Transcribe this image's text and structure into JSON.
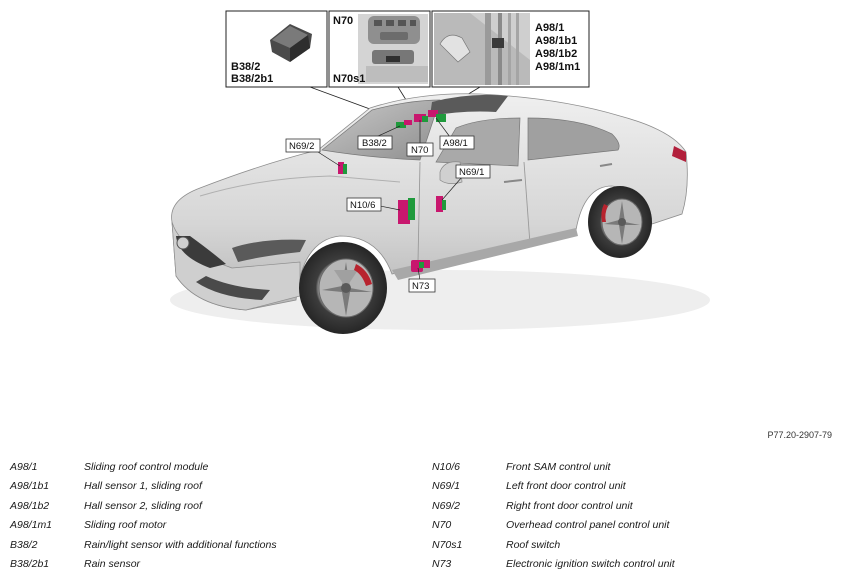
{
  "insets": {
    "b38": [
      "B38/2",
      "B38/2b1"
    ],
    "n70": [
      "N70",
      "N70s1"
    ],
    "a98": [
      "A98/1",
      "A98/1b1",
      "A98/1b2",
      "A98/1m1"
    ]
  },
  "callouts": {
    "b38_2": "B38/2",
    "n70": "N70",
    "a98_1": "A98/1",
    "n69_2": "N69/2",
    "n69_1": "N69/1",
    "n10_6": "N10/6",
    "n73": "N73"
  },
  "reference_code": "P77.20-2907-79",
  "legend_left": [
    {
      "code": "A98/1",
      "desc": "Sliding roof control module"
    },
    {
      "code": "A98/1b1",
      "desc": "Hall sensor 1, sliding roof"
    },
    {
      "code": "A98/1b2",
      "desc": "Hall sensor 2, sliding roof"
    },
    {
      "code": "A98/1m1",
      "desc": "Sliding roof motor"
    },
    {
      "code": "B38/2",
      "desc": "Rain/light sensor with additional functions"
    },
    {
      "code": "B38/2b1",
      "desc": "Rain sensor"
    }
  ],
  "legend_right": [
    {
      "code": "N10/6",
      "desc": "Front SAM control unit"
    },
    {
      "code": "N69/1",
      "desc": "Left front door control unit"
    },
    {
      "code": "N69/2",
      "desc": "Right front door control unit"
    },
    {
      "code": "N70",
      "desc": "Overhead control panel control unit"
    },
    {
      "code": "N70s1",
      "desc": "Roof switch"
    },
    {
      "code": "N73",
      "desc": "Electronic ignition switch control unit"
    }
  ],
  "colors": {
    "component_magenta": "#c8176e",
    "component_green": "#1f9a3c",
    "car_body": "#d9d9d9",
    "car_shadow": "#a6a6a6"
  }
}
